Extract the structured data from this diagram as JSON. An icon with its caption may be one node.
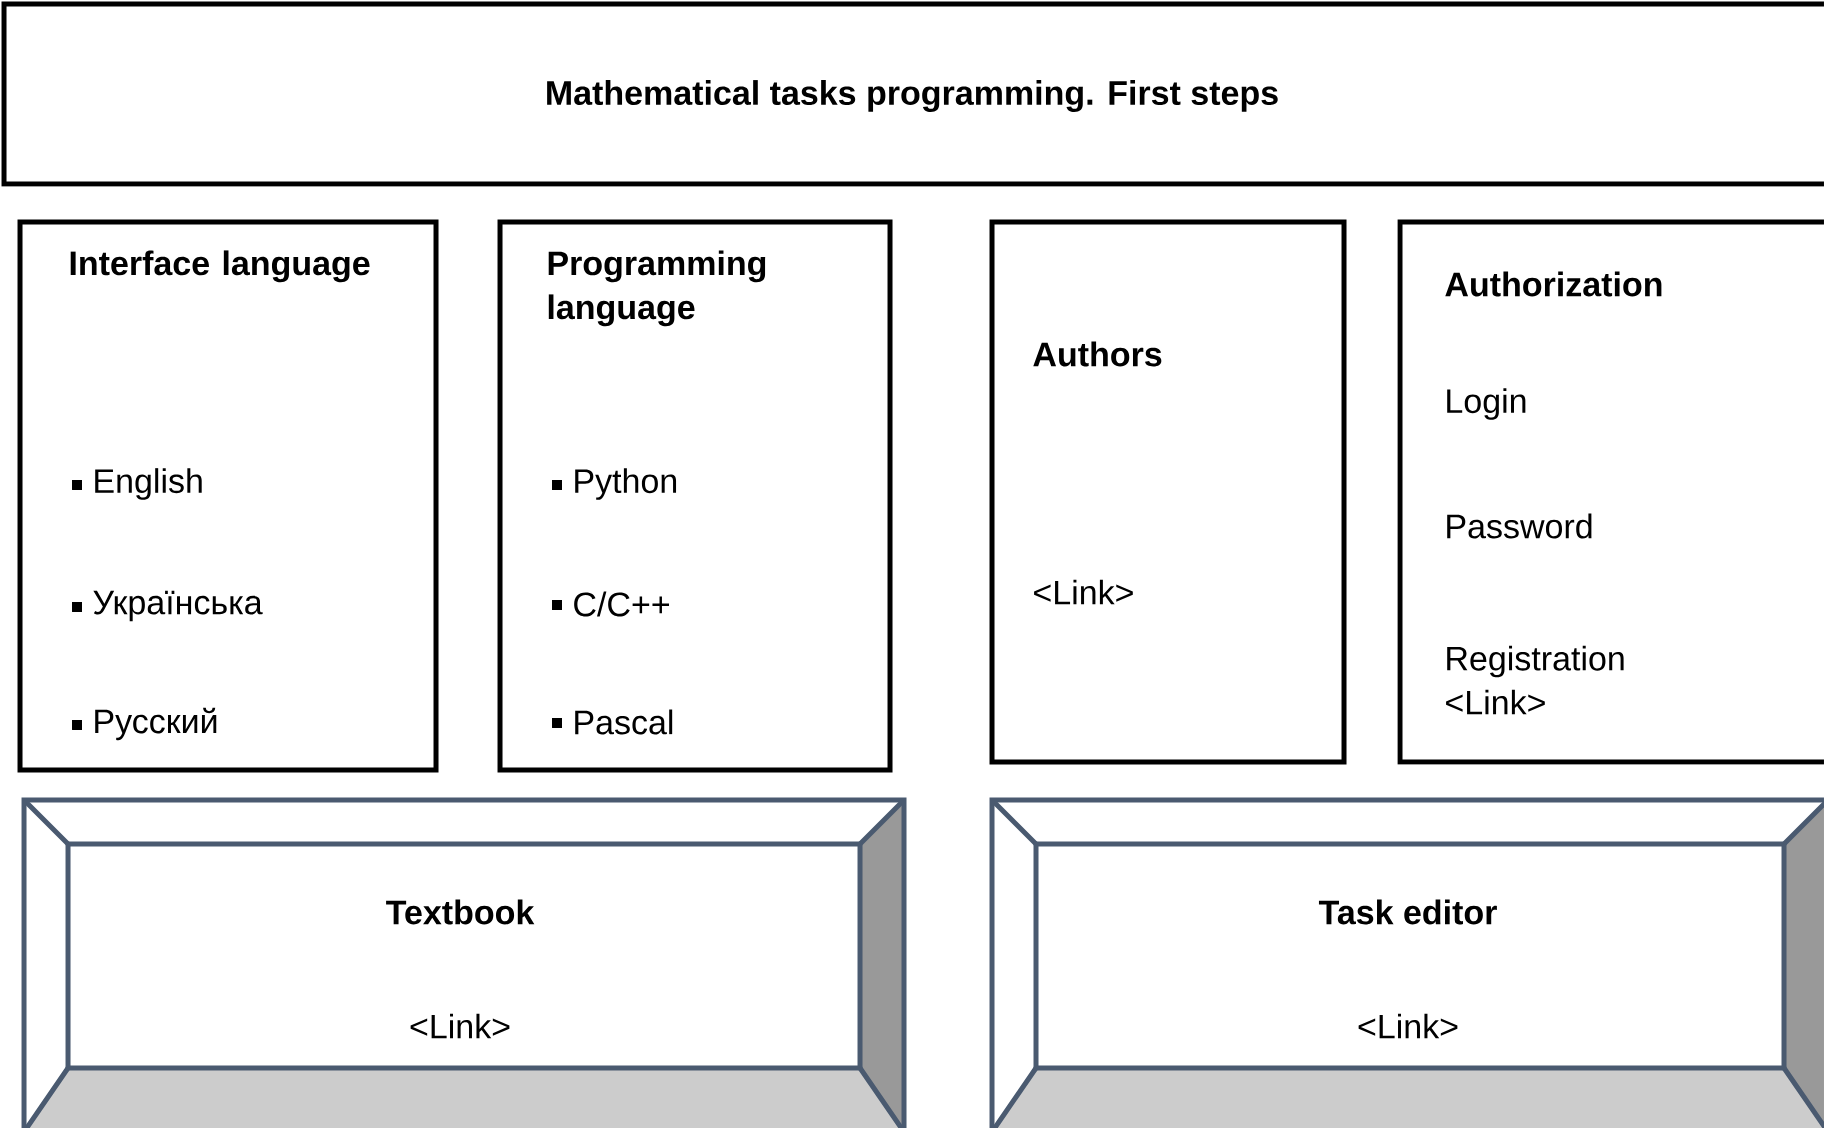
{
  "diagram": {
    "nodes": [
      {
        "text": [
          "Mathematical tasks programming. First steps"
        ]
      },
      {
        "text": [
          "Interface language",
          "English",
          "Українська",
          "Русский"
        ]
      },
      {
        "text": [
          "Programming language",
          "Python",
          "C/C++",
          "Pascal"
        ]
      },
      {
        "text": [
          "Authors",
          "<Link>"
        ]
      },
      {
        "text": [
          "Authorization",
          "Login",
          "Password",
          "Registration <Link>"
        ]
      },
      {
        "text": [
          "Textbook",
          "<Link>"
        ]
      },
      {
        "text": [
          "Task editor",
          "<Link>"
        ]
      }
    ]
  }
}
